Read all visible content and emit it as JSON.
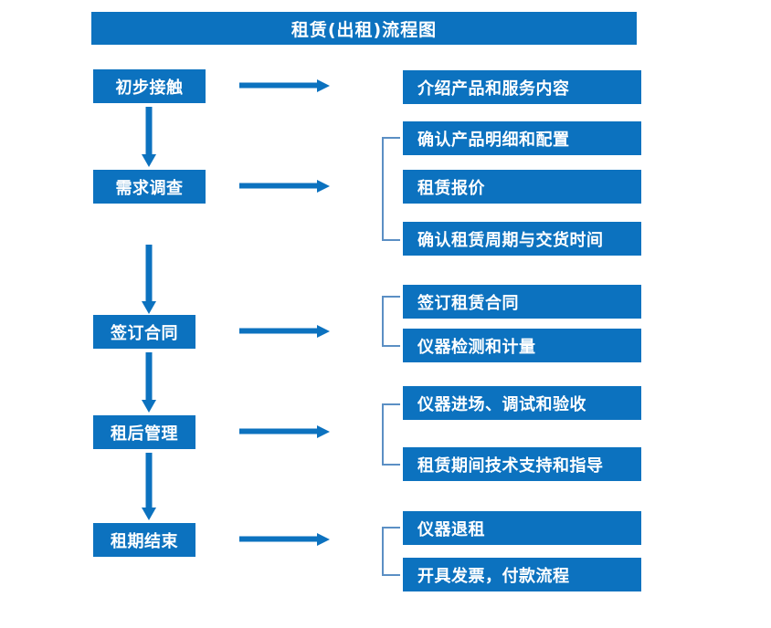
{
  "diagram": {
    "title": "租赁(出租)流程图",
    "accent_color": "#0c72bf",
    "bracket_color": "#5b8fc4",
    "text_color": "#ffffff",
    "background_color": "#ffffff"
  },
  "stages": [
    {
      "id": "stage-1",
      "label": "初步接触"
    },
    {
      "id": "stage-2",
      "label": "需求调查"
    },
    {
      "id": "stage-3",
      "label": "签订合同"
    },
    {
      "id": "stage-4",
      "label": "租后管理"
    },
    {
      "id": "stage-5",
      "label": "租期结束"
    }
  ],
  "detail_groups": [
    {
      "id": "group-1",
      "for_stage": "初步接触",
      "bracketed": false,
      "items": [
        {
          "label": "介绍产品和服务内容"
        }
      ]
    },
    {
      "id": "group-2",
      "for_stage": "需求调查",
      "bracketed": true,
      "items": [
        {
          "label": "确认产品明细和配置"
        },
        {
          "label": "租赁报价"
        },
        {
          "label": "确认租赁周期与交货时间"
        }
      ]
    },
    {
      "id": "group-3",
      "for_stage": "签订合同",
      "bracketed": true,
      "items": [
        {
          "label": "签订租赁合同"
        },
        {
          "label": "仪器检测和计量"
        }
      ]
    },
    {
      "id": "group-4",
      "for_stage": "租后管理",
      "bracketed": true,
      "items": [
        {
          "label": "仪器进场、调试和验收"
        },
        {
          "label": "租赁期间技术支持和指导"
        }
      ]
    },
    {
      "id": "group-5",
      "for_stage": "租期结束",
      "bracketed": true,
      "items": [
        {
          "label": "仪器退租"
        },
        {
          "label": "开具发票，付款流程"
        }
      ]
    }
  ],
  "connectors": {
    "horizontal_arrow_count": 5,
    "vertical_arrow_count": 4,
    "direction_horizontal": "right",
    "direction_vertical": "down"
  }
}
